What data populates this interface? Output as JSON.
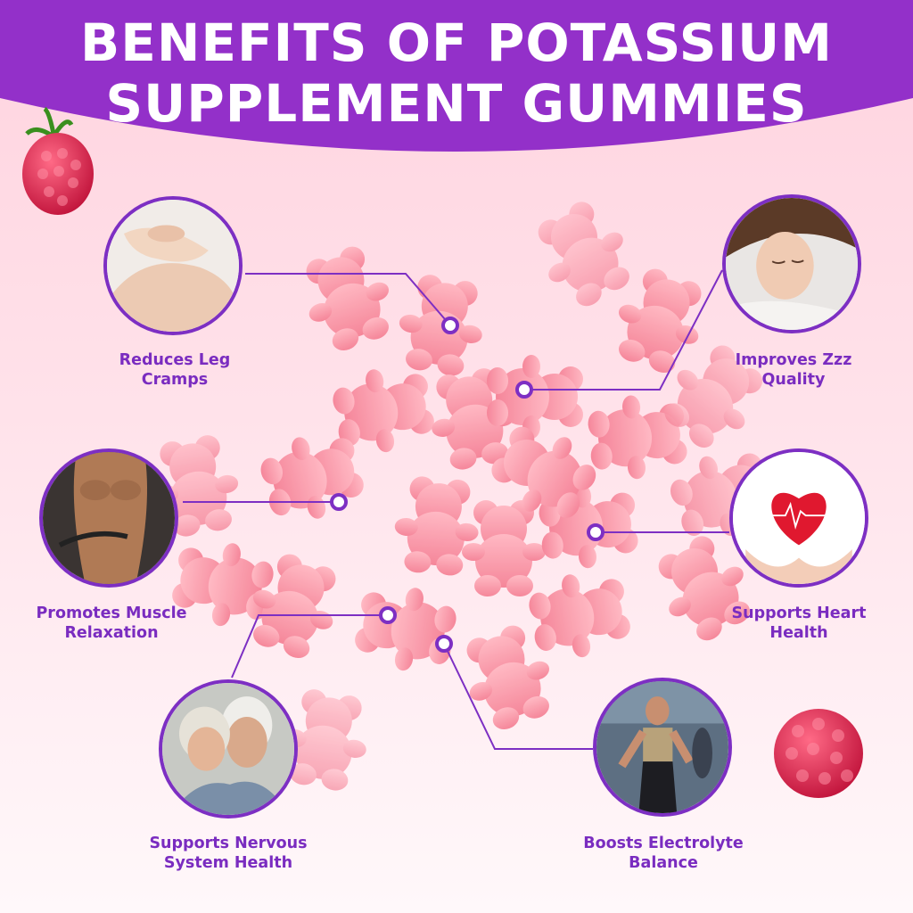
{
  "header": {
    "title_line1": "BENEFITS OF POTASSIUM",
    "title_line2": "SUPPLEMENT GUMMIES",
    "color": "#9330c9"
  },
  "colors": {
    "accent": "#7d2fc3",
    "gummy": "#f7909f",
    "background": "#ffd9e3"
  },
  "benefits": [
    {
      "icon": "legs-photo-icon",
      "line1": "Reduces Leg",
      "line2": "Cramps"
    },
    {
      "icon": "sleeping-woman-photo-icon",
      "line1": "Improves Zzz",
      "line2": "Quality"
    },
    {
      "icon": "muscle-man-photo-icon",
      "line1": "Promotes Muscle",
      "line2": "Relaxation"
    },
    {
      "icon": "heart-hands-photo-icon",
      "line1": "Supports Heart",
      "line2": "Health"
    },
    {
      "icon": "senior-couple-photo-icon",
      "line1": "Supports Nervous",
      "line2": "System Health"
    },
    {
      "icon": "athlete-woman-photo-icon",
      "line1": "Boosts Electrolyte",
      "line2": "Balance"
    }
  ]
}
